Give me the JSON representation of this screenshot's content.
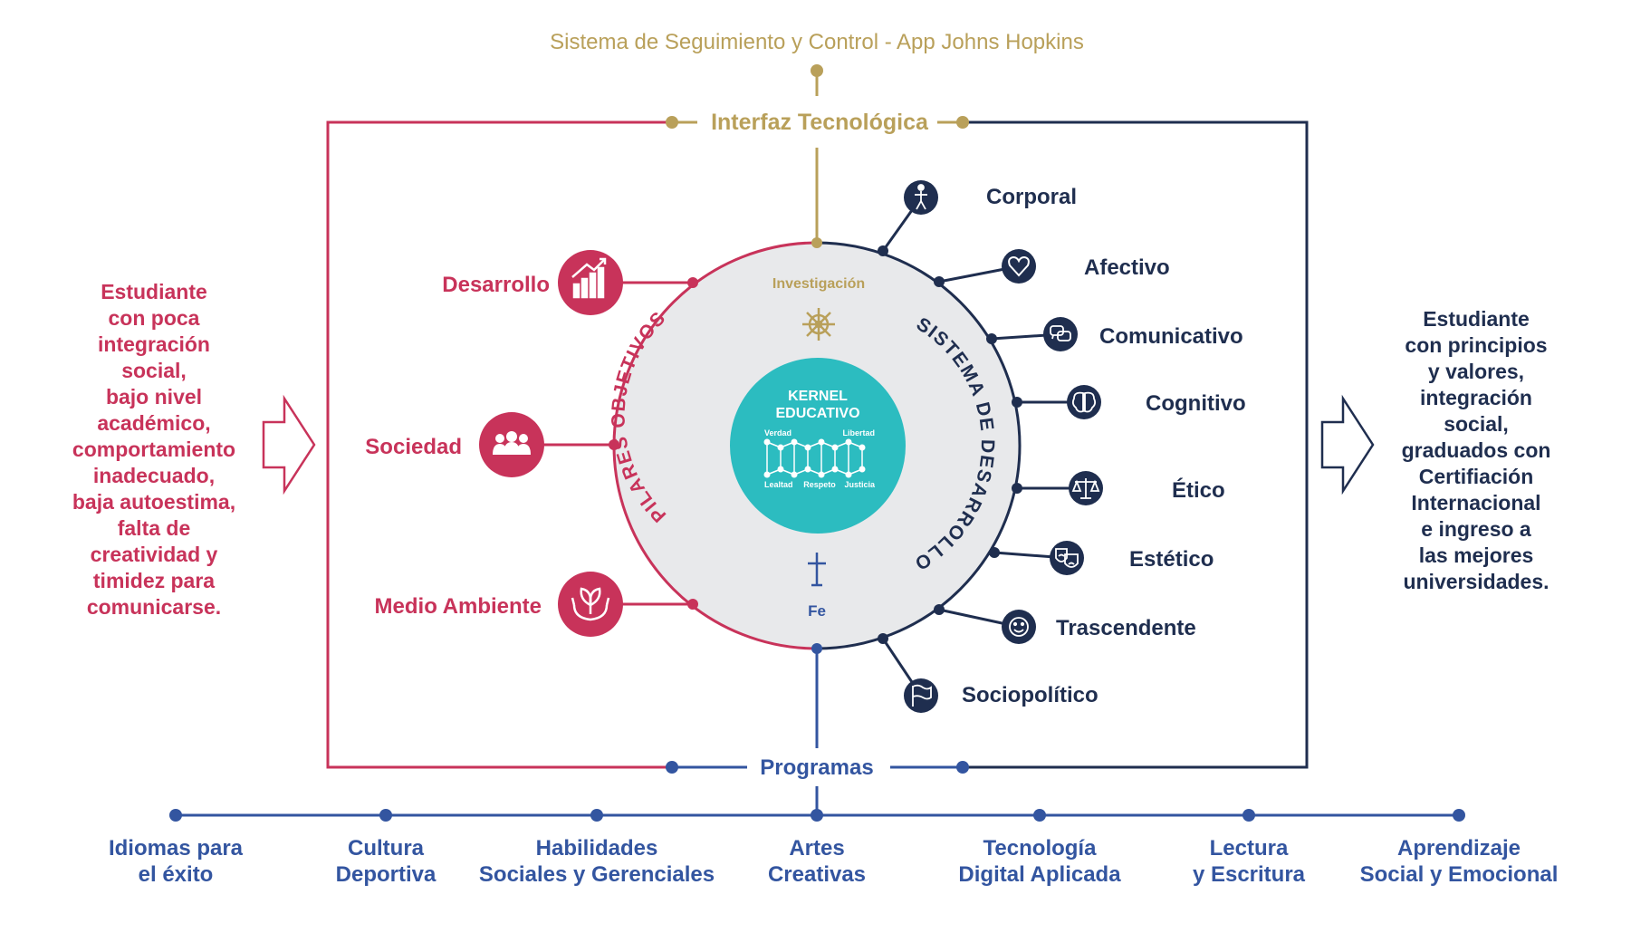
{
  "colors": {
    "gold": "#b9a05a",
    "crimson": "#c8335a",
    "navy": "#1f2e4f",
    "blue": "#3355a0",
    "teal": "#2cbcc0",
    "circle_fill": "#e8e9eb"
  },
  "header": {
    "title": "Sistema de Seguimiento y Control - App Johns Hopkins",
    "interface_label": "Interfaz Tecnológica"
  },
  "left_description": [
    "Estudiante",
    "con poca",
    "integración",
    "social,",
    "bajo nivel",
    "académico,",
    "comportamiento",
    "inadecuado,",
    "baja autoestima,",
    "falta de",
    "creatividad y",
    "timidez para",
    "comunicarse."
  ],
  "right_description": [
    "Estudiante",
    "con principios",
    "y valores,",
    "integración",
    "social,",
    "graduados con",
    "Certifiación",
    "Internacional",
    "e ingreso a",
    "las mejores",
    "universidades."
  ],
  "pillars": {
    "arc_label": "PILARES OBJETIVOS",
    "items": [
      {
        "label": "Desarrollo",
        "icon": "growth-chart-icon"
      },
      {
        "label": "Sociedad",
        "icon": "people-group-icon"
      },
      {
        "label": "Medio Ambiente",
        "icon": "plant-hands-icon"
      }
    ]
  },
  "development_system": {
    "arc_label": "SISTEMA DE DESARROLLO",
    "items": [
      {
        "label": "Corporal",
        "icon": "human-body-icon"
      },
      {
        "label": "Afectivo",
        "icon": "heart-icon"
      },
      {
        "label": "Comunicativo",
        "icon": "speech-bubbles-icon"
      },
      {
        "label": "Cognitivo",
        "icon": "brain-icon"
      },
      {
        "label": "Ético",
        "icon": "scales-icon"
      },
      {
        "label": "Estético",
        "icon": "theater-masks-icon"
      },
      {
        "label": "Trascendente",
        "icon": "smiley-icon"
      },
      {
        "label": "Sociopolítico",
        "icon": "flag-icon"
      }
    ]
  },
  "core": {
    "top_label": "Investigación",
    "top_icon": "ship-wheel-icon",
    "bottom_label": "Fe",
    "bottom_icon": "cross-icon",
    "kernel_title_line1": "KERNEL",
    "kernel_title_line2": "EDUCATIVO",
    "values_top": [
      "Verdad",
      "Libertad"
    ],
    "values_bottom": [
      "Lealtad",
      "Respeto",
      "Justicia"
    ],
    "kernel_icon": "dna-chain-icon"
  },
  "programs": {
    "label": "Programas",
    "items": [
      {
        "line1": "Idiomas para",
        "line2": "el éxito"
      },
      {
        "line1": "Cultura",
        "line2": "Deportiva"
      },
      {
        "line1": "Habilidades",
        "line2": "Sociales y Gerenciales"
      },
      {
        "line1": "Artes",
        "line2": "Creativas"
      },
      {
        "line1": "Tecnología",
        "line2": "Digital Aplicada"
      },
      {
        "line1": "Lectura",
        "line2": "y Escritura"
      },
      {
        "line1": "Aprendizaje",
        "line2": "Social y Emocional"
      }
    ]
  }
}
